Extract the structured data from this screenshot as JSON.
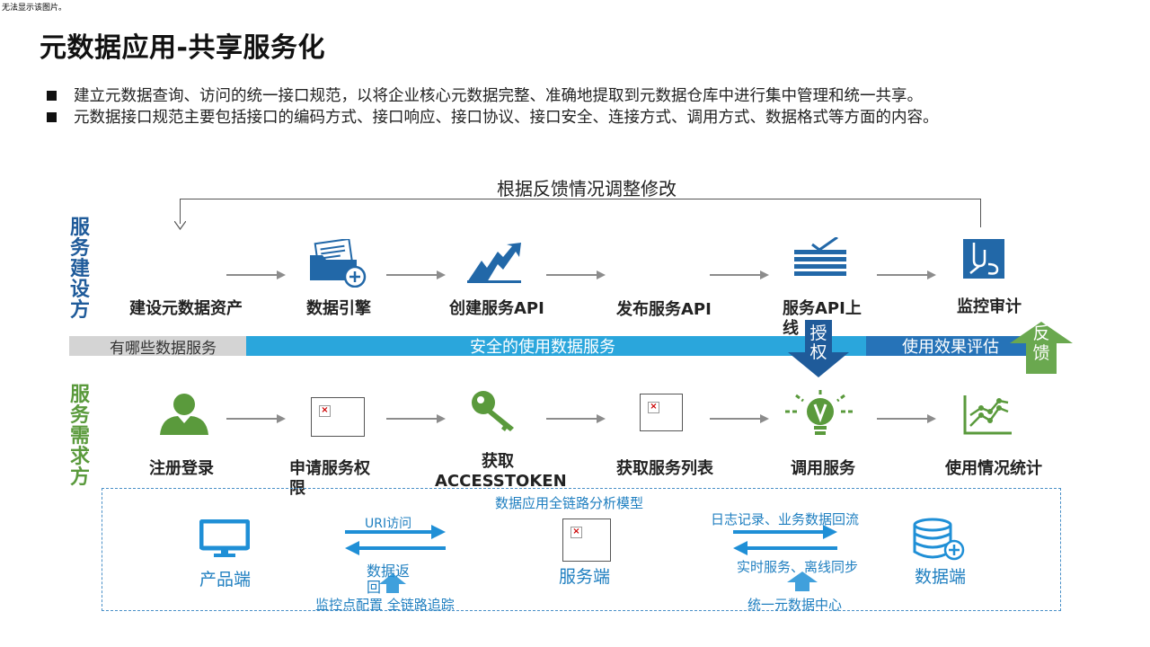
{
  "broken_image_note": "无法显示该图片。",
  "page_title": "元数据应用-共享服务化",
  "bullets": [
    "建立元数据查询、访问的统一接口规范，以将企业核心元数据完整、准确地提取到元数据仓库中进行集中管理和统一共享。",
    "元数据接口规范主要包括接口的编码方式、接口响应、接口协议、接口安全、连接方式、调用方式、数据格式等方面的内容。"
  ],
  "feedback_label": "根据反馈情况调整修改",
  "service_build": {
    "side_label": "服务建设方",
    "steps": [
      {
        "label": "建设元数据资产",
        "icon": "none"
      },
      {
        "label": "数据引擎",
        "icon": "folder-add-icon"
      },
      {
        "label": "创建服务API",
        "icon": "chart-up-arrow-icon"
      },
      {
        "label": "发布服务API",
        "icon": "none"
      },
      {
        "label": "服务API上线",
        "icon": "stack-papers-icon"
      },
      {
        "label": "监控审计",
        "icon": "audit-document-icon"
      }
    ]
  },
  "bar": {
    "left_text": "有哪些数据服务",
    "middle_text": "安全的使用数据服务",
    "right_text": "使用效果评估",
    "grant_arrow": "授权",
    "feedback_arrow": "反馈"
  },
  "service_demand": {
    "side_label": "服务需求方",
    "steps": [
      {
        "label": "注册登录",
        "icon": "user-icon"
      },
      {
        "label": "申请服务权限",
        "icon": "broken-image-icon"
      },
      {
        "label": "获取ACCESSTOKEN",
        "icon": "key-icon"
      },
      {
        "label": "获取服务列表",
        "icon": "broken-image-icon"
      },
      {
        "label": "调用服务",
        "icon": "lightbulb-icon"
      },
      {
        "label": "使用情况统计",
        "icon": "line-chart-icon"
      }
    ]
  },
  "model": {
    "title": "数据应用全链路分析模型",
    "product_end": "产品端",
    "service_end": "服务端",
    "data_end": "数据端",
    "uri_access": "URI访问",
    "data_return": "数据返回",
    "monitor": "监控点配置 全链路追踪",
    "log_record": "日志记录、业务数据回流",
    "realtime": "实时服务、离线同步",
    "unified": "统一元数据中心"
  },
  "colors": {
    "bar_gray": "#d4d4d4",
    "bar_cyan": "#2aa6dc",
    "bar_blue": "#2673b8",
    "grant_arrow": "#1f5b9a",
    "feedback_arrow": "#6aa84f",
    "icon_blue": "#2268a8",
    "icon_green": "#5a9a3c",
    "model_blue": "#1f8fd6"
  }
}
